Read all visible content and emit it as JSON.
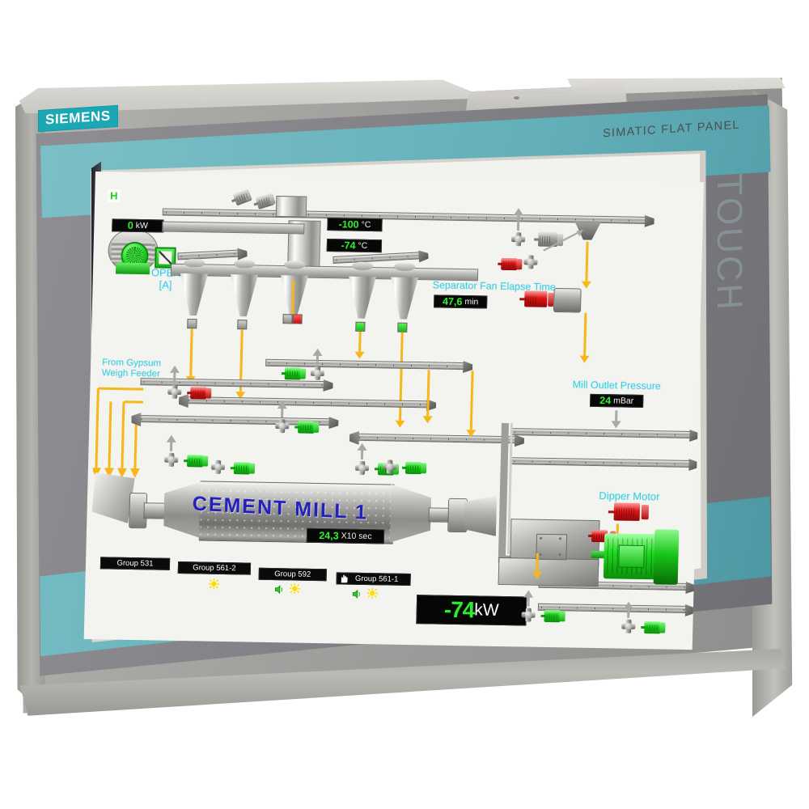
{
  "device": {
    "brand": "SIEMENS",
    "model_label": "SIMATIC FLAT PANEL",
    "touch_watermark": "TOUCH",
    "bezel_color": "#8e8e93",
    "accent_color": "#63b0ba",
    "logo_bg": "#1ca7b5"
  },
  "hmi": {
    "title": "CEMENT MILL 1",
    "status_badge": "H",
    "displays": {
      "separator_fan_power": {
        "value": "0",
        "unit": "kW"
      },
      "temp_1": {
        "value": "-100",
        "unit": "°C"
      },
      "temp_2": {
        "value": "-74",
        "unit": "°C"
      },
      "separator_fan_elapse_time": {
        "value": "47,6",
        "unit": "min"
      },
      "mill_outlet_pressure": {
        "value": "24",
        "unit": "mBar"
      },
      "mill_run_time": {
        "value": "24,3",
        "unit": "X10 sec"
      },
      "mill_power": {
        "value": "-74",
        "unit": "kW"
      }
    },
    "labels": {
      "separator_fan_elapse_time": "Separator Fan Elapse Time",
      "mill_outlet_pressure": "Mill Outlet Pressure",
      "dipper_motor": "Dipper Motor",
      "from_gypsum_weigh_feeder_line1": "From Gypsum",
      "from_gypsum_weigh_feeder_line2": "Weigh Feeder",
      "damper_state": "OPEN",
      "damper_mode": "[A]"
    },
    "group_buttons": [
      {
        "label": "Group 531",
        "icons": []
      },
      {
        "label": "Group 561-2",
        "icons": [
          "sun-icon"
        ]
      },
      {
        "label": "Group 592",
        "icons": [
          "speaker-icon",
          "sun-icon"
        ]
      },
      {
        "label": "Group 561-1",
        "icons": [
          "hand-icon",
          "speaker-icon",
          "sun-icon"
        ]
      }
    ],
    "colors": {
      "label_cyan": "#2ed6ee",
      "display_value_green": "#2ff32f",
      "mill_title_blue": "#2222bb",
      "motor_running": "#15cc15",
      "motor_stopped": "#dd1414",
      "flow_arrow": "#f5b71a"
    }
  }
}
